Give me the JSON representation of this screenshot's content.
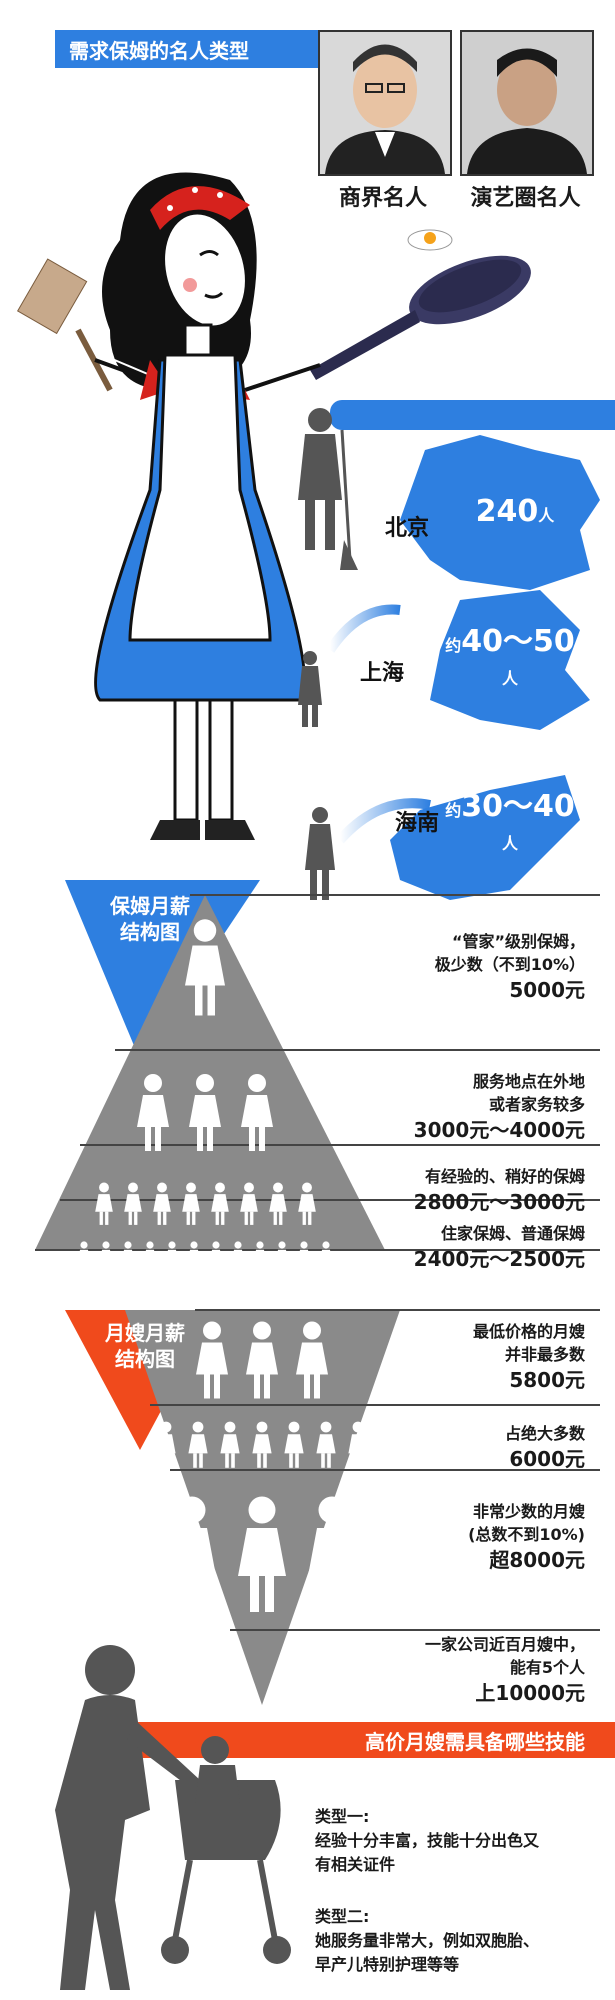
{
  "header": {
    "title": "需求保姆的名人类型"
  },
  "celebrities": [
    {
      "label": "商界名人",
      "icon": "businessman-portrait"
    },
    {
      "label": "演艺圈名人",
      "icon": "actor-portrait"
    }
  ],
  "cities": [
    {
      "name": "北京",
      "count": "240",
      "prefix": "",
      "unit": "人"
    },
    {
      "name": "上海",
      "count": "40～50",
      "prefix": "约",
      "unit": "人"
    },
    {
      "name": "海南",
      "count": "30～40",
      "prefix": "约",
      "unit": "人"
    }
  ],
  "nanny": {
    "title_line1": "保姆月薪",
    "title_line2": "结构图",
    "tiers": [
      {
        "desc": [
          "“管家”级别保姆，",
          "极少数（不到10%）"
        ],
        "price": "5000元"
      },
      {
        "desc": [
          "服务地点在外地",
          "或者家务较多"
        ],
        "price": "3000元～4000元"
      },
      {
        "desc": [
          "有经验的、稍好的保姆"
        ],
        "price": "2800元～3000元"
      },
      {
        "desc": [
          "住家保姆、普通保姆"
        ],
        "price": "2400元～2500元"
      }
    ]
  },
  "yuesao": {
    "title_line1": "月嫂月薪",
    "title_line2": "结构图",
    "tiers": [
      {
        "desc": [
          "最低价格的月嫂",
          "并非最多数"
        ],
        "price": "5800元"
      },
      {
        "desc": [
          "占绝大多数"
        ],
        "price": "6000元"
      },
      {
        "desc": [
          "非常少数的月嫂",
          "(总数不到10%)"
        ],
        "price": "超8000元"
      },
      {
        "desc": [
          "一家公司近百月嫂中，",
          "能有5个人"
        ],
        "price": "上10000元"
      }
    ]
  },
  "skills": {
    "title": "高价月嫂需具备哪些技能",
    "type1_label": "类型一:",
    "type1_text": [
      "经验十分丰富，技能十分出色又",
      "有相关证件"
    ],
    "type2_label": "类型二:",
    "type2_text": [
      "她服务量非常大，例如双胞胎、",
      "早产儿特别护理等等"
    ]
  },
  "colors": {
    "blue": "#2e7fe0",
    "orange": "#f04a1c",
    "gray": "#8a8a8a",
    "dark": "#444444"
  }
}
